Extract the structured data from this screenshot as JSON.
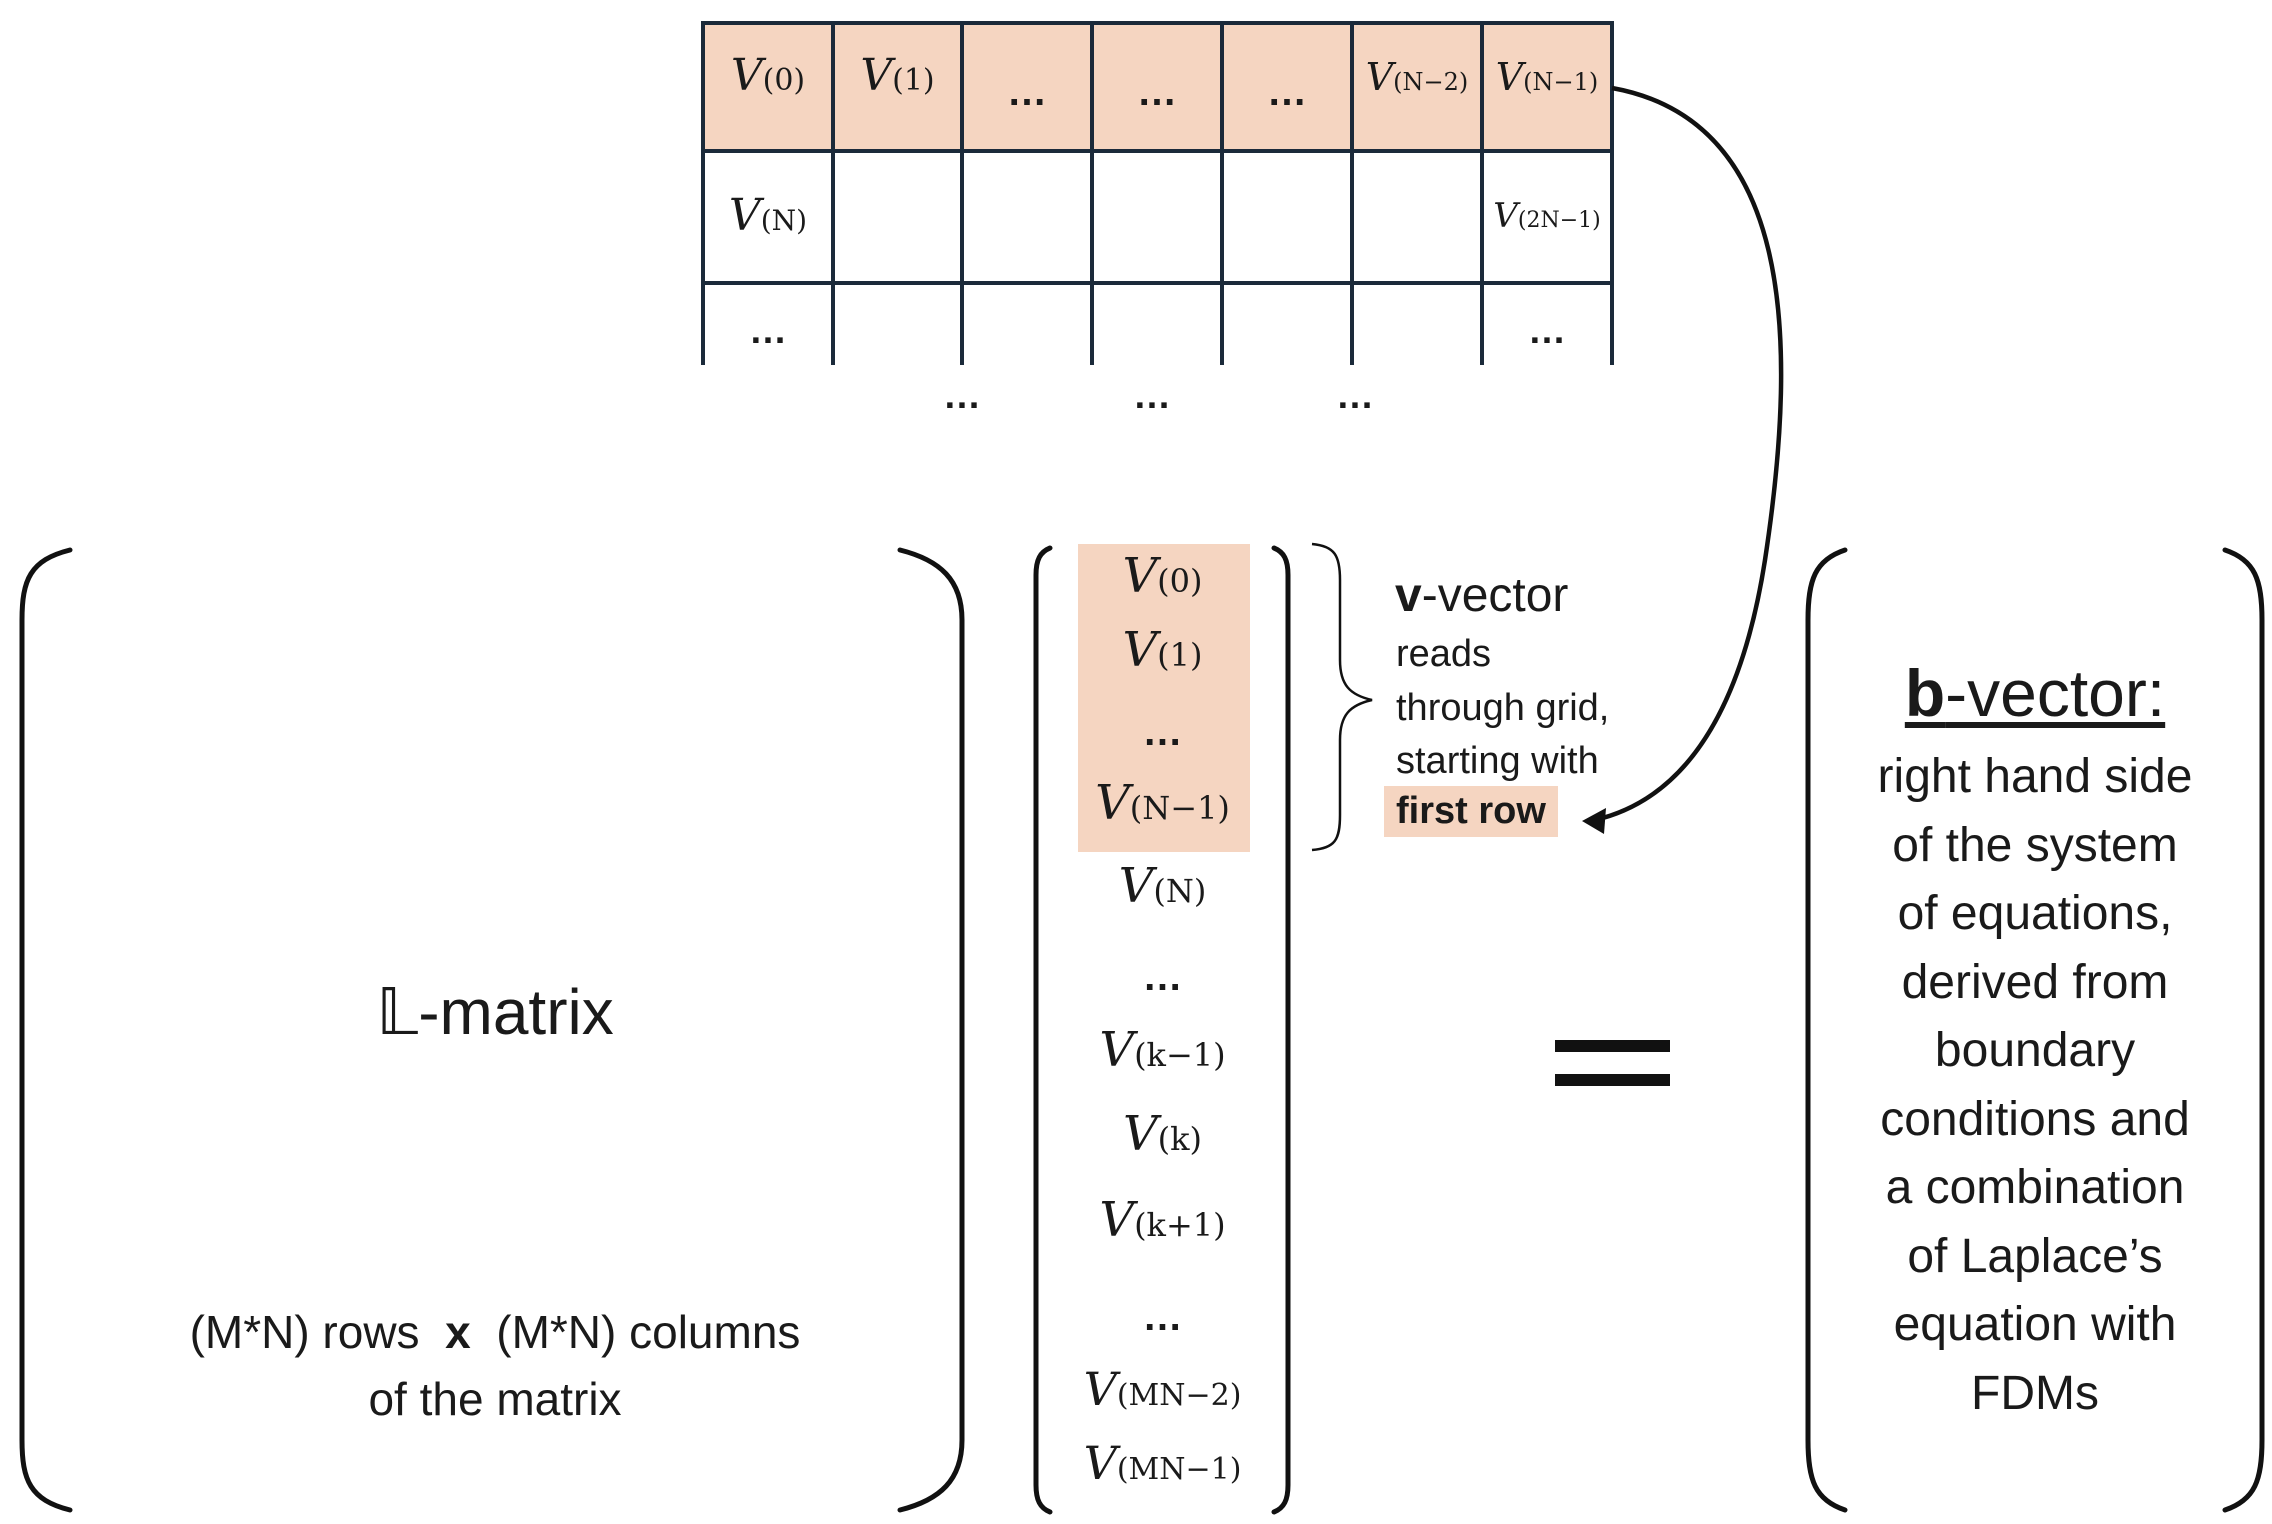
{
  "grid": {
    "row1": [
      "V",
      "V",
      "…",
      "…",
      "…",
      "V",
      "V"
    ],
    "row1_subs": [
      "(0)",
      "(1)",
      "",
      "",
      "",
      "(N−2)",
      "(N−1)"
    ],
    "row2_first": "V",
    "row2_first_sub": "(N)",
    "row2_last": "V",
    "row2_last_sub": "(2N−1)",
    "row3_first": "…",
    "row3_last": "…",
    "below_dots": [
      "…",
      "…",
      "…"
    ]
  },
  "lmatrix": {
    "title": "𝕃-matrix",
    "desc_line1_a": "(M*N) rows",
    "desc_line1_x": "x",
    "desc_line1_b": "(M*N) columns",
    "desc_line2": "of the matrix"
  },
  "vvector": {
    "entries": [
      {
        "v": "V",
        "sub": "(0)"
      },
      {
        "v": "V",
        "sub": "(1)"
      },
      {
        "v": "…",
        "sub": ""
      },
      {
        "v": "V",
        "sub": "(N−1)"
      },
      {
        "v": "V",
        "sub": "(N)"
      },
      {
        "v": "…",
        "sub": ""
      },
      {
        "v": "V",
        "sub": "(k−1)"
      },
      {
        "v": "V",
        "sub": "(k)"
      },
      {
        "v": "V",
        "sub": "(k+1)"
      },
      {
        "v": "…",
        "sub": ""
      },
      {
        "v": "V",
        "sub": "(MN−2)"
      },
      {
        "v": "V",
        "sub": "(MN−1)"
      }
    ],
    "label_bold": "v",
    "label_rest": "-vector",
    "desc1": "reads",
    "desc2": "through grid,",
    "desc3": "starting with",
    "desc4": "first row"
  },
  "equals": "=",
  "bvector": {
    "title_bold": "b",
    "title_rest": "-vector:",
    "lines": [
      "right hand side",
      "of the system",
      "of equations,",
      "derived from",
      "boundary",
      "conditions and",
      "a combination",
      "of Laplace’s",
      "equation with",
      "FDMs"
    ]
  },
  "colors": {
    "highlight": "#f5d5c1",
    "grid_line": "#1b2a3a",
    "text": "#1a1a1a"
  }
}
